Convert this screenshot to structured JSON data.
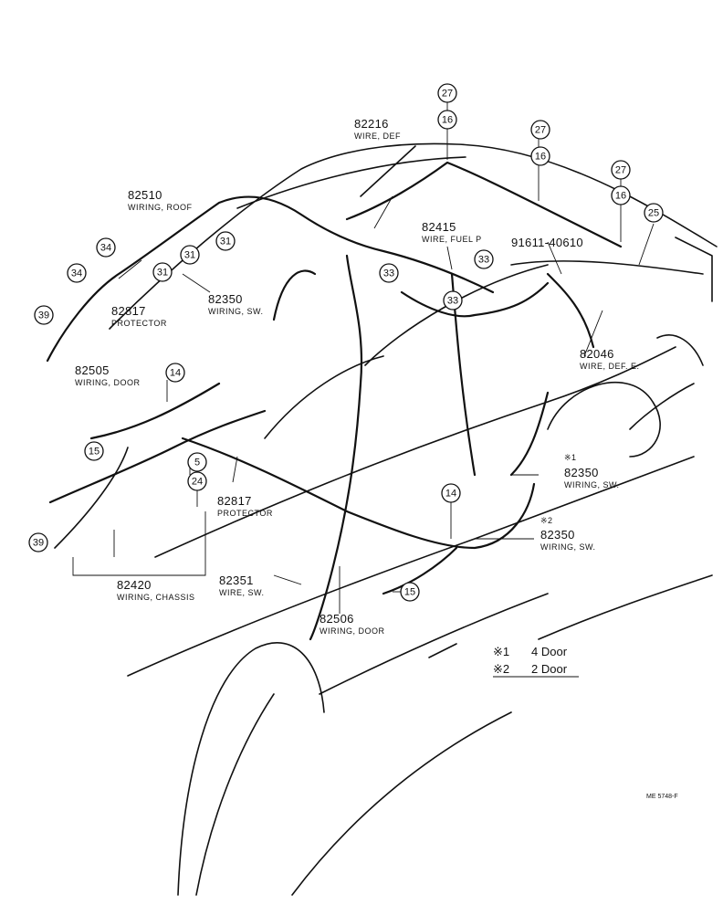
{
  "parts": [
    {
      "id": "82216",
      "number": "82216",
      "desc": "WIRE, DEF"
    },
    {
      "id": "82510",
      "number": "82510",
      "desc": "WIRING, ROOF"
    },
    {
      "id": "82415",
      "number": "82415",
      "desc": "WIRE, FUEL P"
    },
    {
      "id": "91611",
      "number": "91611-40610",
      "desc": ""
    },
    {
      "id": "82817a",
      "number": "82817",
      "desc": "PROTECTOR"
    },
    {
      "id": "82350a",
      "number": "82350",
      "desc": "WIRING, SW."
    },
    {
      "id": "82505",
      "number": "82505",
      "desc": "WIRING, DOOR"
    },
    {
      "id": "82046",
      "number": "82046",
      "desc": "WIRE, DEF. E."
    },
    {
      "id": "82817b",
      "number": "82817",
      "desc": "PROTECTOR"
    },
    {
      "id": "82350b",
      "number": "82350",
      "desc": "WIRING, SW.",
      "mark": "※1"
    },
    {
      "id": "82350c",
      "number": "82350",
      "desc": "WIRING, SW.",
      "mark": "※2"
    },
    {
      "id": "82420",
      "number": "82420",
      "desc": "WIRING, CHASSIS"
    },
    {
      "id": "82351",
      "number": "82351",
      "desc": "WIRE, SW."
    },
    {
      "id": "82506",
      "number": "82506",
      "desc": "WIRING, DOOR"
    }
  ],
  "callouts": [
    "27",
    "16",
    "27",
    "16",
    "27",
    "16",
    "25",
    "34",
    "34",
    "39",
    "31",
    "31",
    "31",
    "33",
    "33",
    "33",
    "14",
    "15",
    "5",
    "24",
    "39",
    "14",
    "15"
  ],
  "legend": [
    {
      "mark": "※1",
      "text": "4 Door"
    },
    {
      "mark": "※2",
      "text": "2 Door"
    }
  ],
  "drawing_code": "ME 5748-F"
}
